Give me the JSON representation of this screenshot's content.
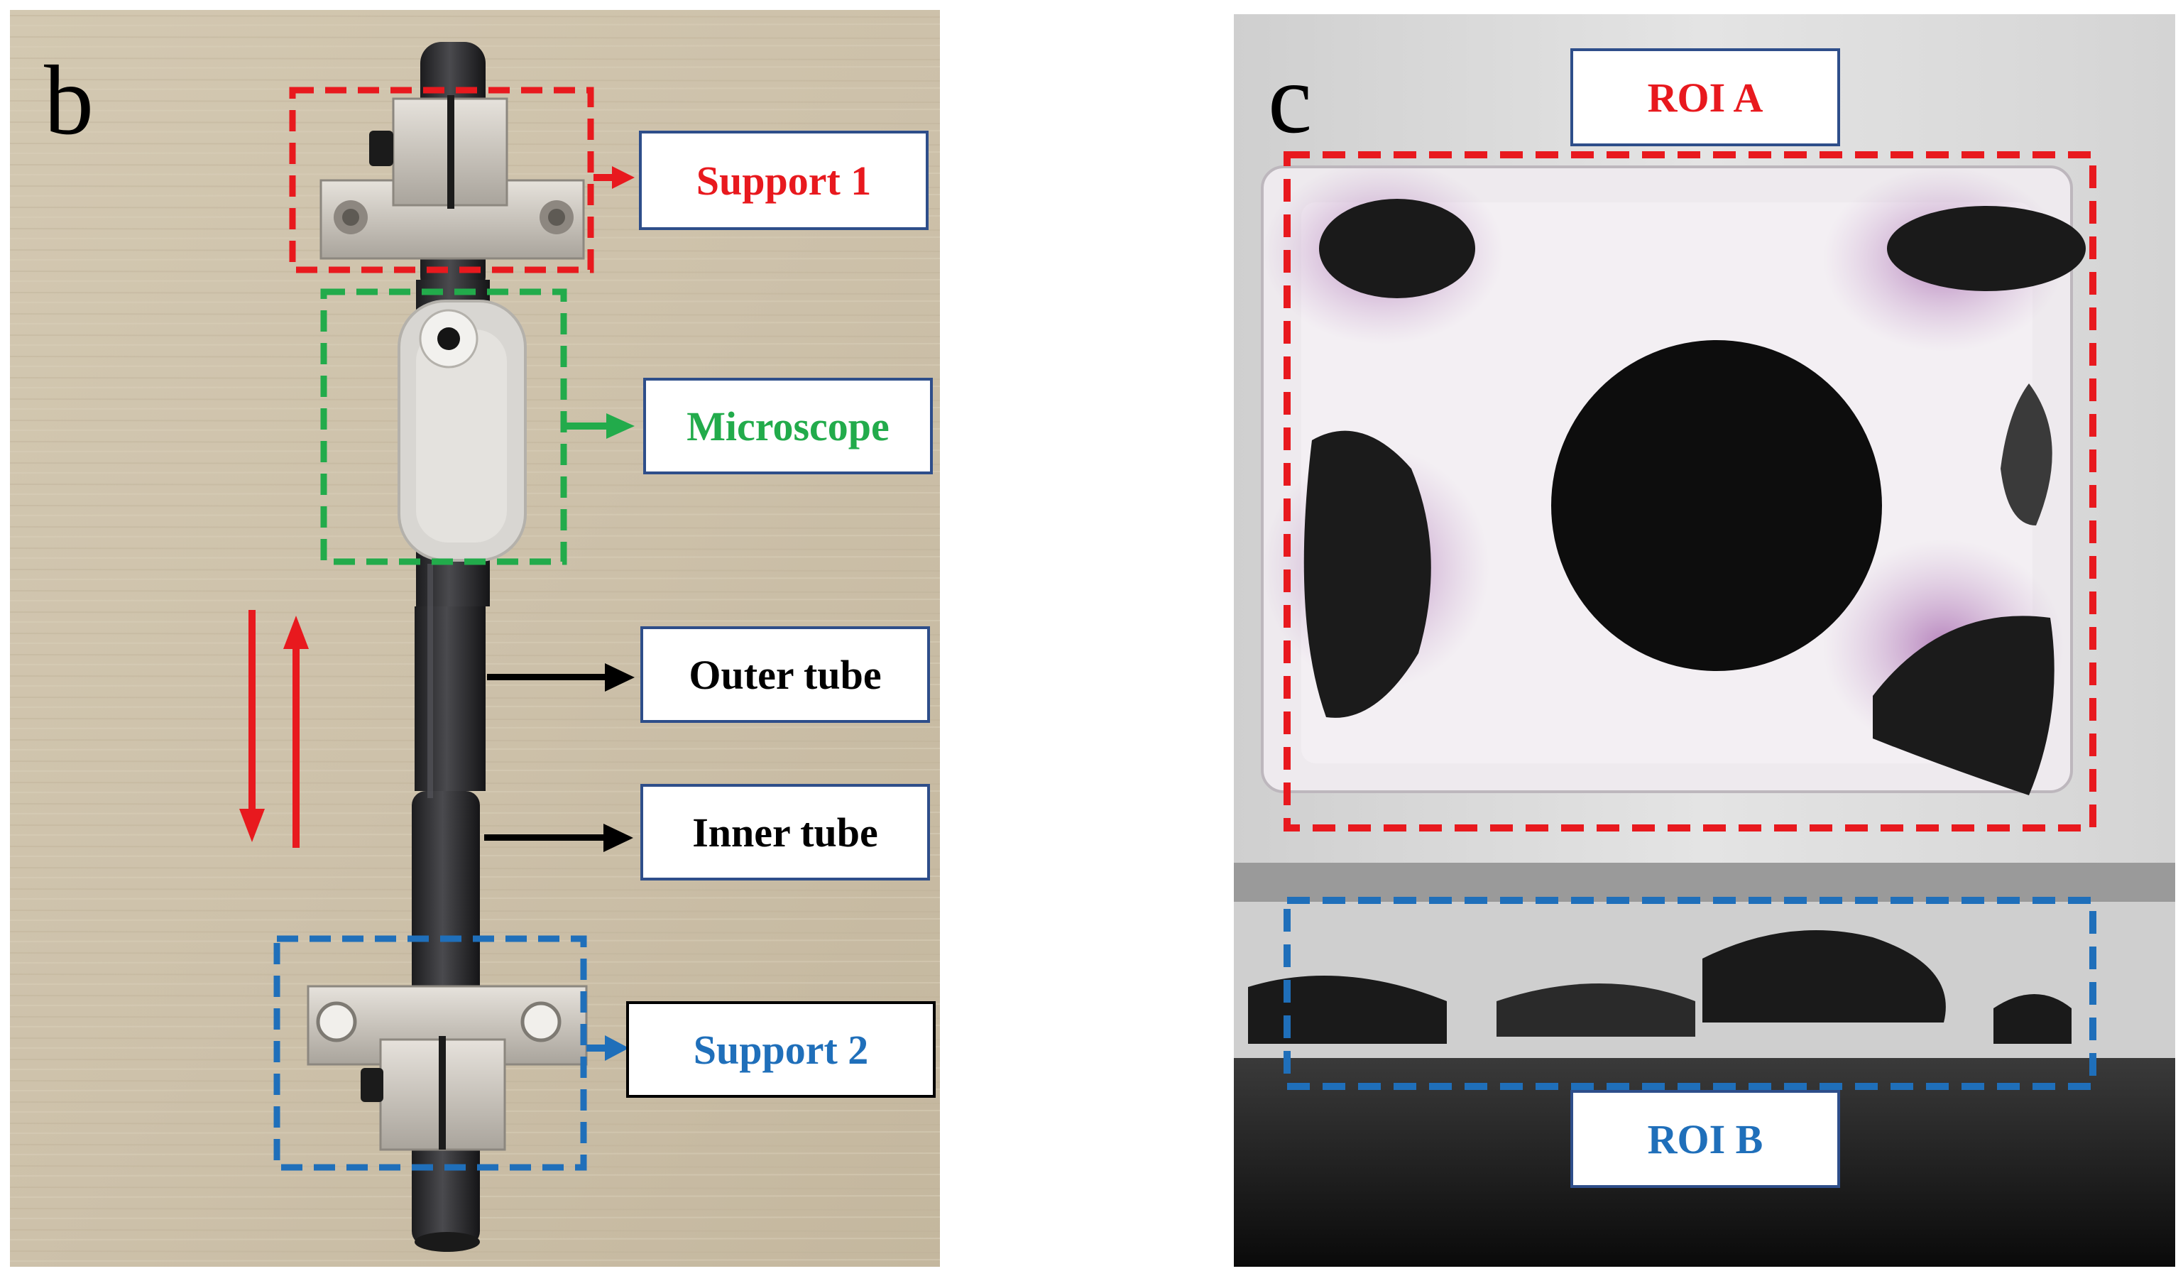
{
  "panel_b": {
    "letter": "b",
    "labels": {
      "support1": "Support 1",
      "microscope": "Microscope",
      "outer_tube": "Outer tube",
      "inner_tube": "Inner tube",
      "support2": "Support 2"
    }
  },
  "panel_c": {
    "letter": "c",
    "labels": {
      "roi_a": "ROI A",
      "roi_b": "ROI B"
    }
  },
  "colors": {
    "red": "#e8191e",
    "green": "#22ab4b",
    "blue": "#1f6fba",
    "black": "#000000",
    "box_border": "#2e4e8a"
  }
}
